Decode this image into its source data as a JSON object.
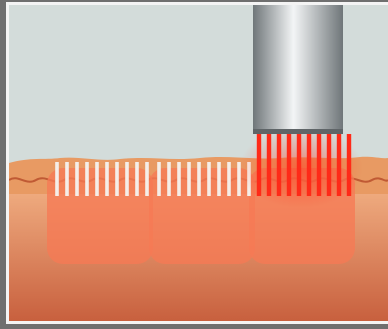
{
  "diagram": {
    "colors": {
      "outer_frame": "#6f6f6f",
      "panel_border": "#f4f4f4",
      "background": "#d3dcda",
      "epidermis": "#e89a63",
      "epidermis_line": "#c05a34",
      "dermis_top": "#f3b386",
      "dermis_bottom": "#c8603e",
      "treatment_zone": "#f67a55",
      "untreated_column": "#f5eee8",
      "laser_beam": "#ff2a18",
      "handpiece_light": "#f3f5f6",
      "handpiece_dark": "#6f7679"
    },
    "treated_zones": 3,
    "columns_per_zone": 10,
    "active_zone": "right"
  }
}
